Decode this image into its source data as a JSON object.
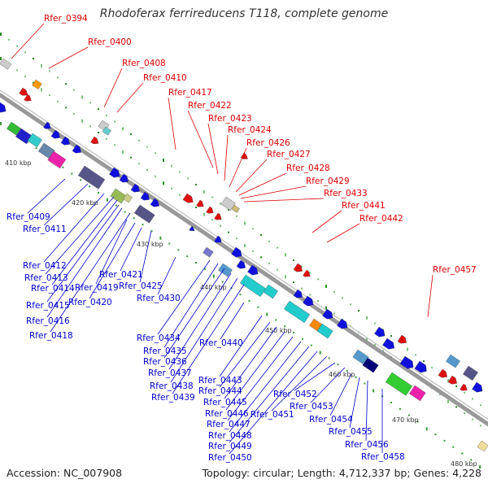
{
  "title": "Rhodoferax ferrireducens T118, complete genome",
  "footer": {
    "accession": "Accession: NC_007908",
    "summary": "Topology: circular; Length: 4,712,337 bp; Genes: 4,228"
  },
  "colors": {
    "forward_label": "#dd0000",
    "reverse_label": "#0000cc",
    "backbone": "#888888"
  },
  "ticks": [
    "410 kbp",
    "420 kbp",
    "430 kbp",
    "440 kbp",
    "450 kbp",
    "460 kbp",
    "470 kbp",
    "480 kbp"
  ],
  "red_labels": [
    "Rfer_0394",
    "Rfer_0400",
    "Rfer_0408",
    "Rfer_0410",
    "Rfer_0417",
    "Rfer_0422",
    "Rfer_0423",
    "Rfer_0424",
    "Rfer_0426",
    "Rfer_0427",
    "Rfer_0428",
    "Rfer_0429",
    "Rfer_0433",
    "Rfer_0441",
    "Rfer_0442",
    "Rfer_0457"
  ],
  "blue_labels": [
    "Rfer_0409",
    "Rfer_0411",
    "Rfer_0412",
    "Rfer_0413",
    "Rfer_0414",
    "Rfer_0415",
    "Rfer_0416",
    "Rfer_0418",
    "Rfer_0419",
    "Rfer_0420",
    "Rfer_0421",
    "Rfer_0425",
    "Rfer_0430",
    "Rfer_0434",
    "Rfer_0435",
    "Rfer_0436",
    "Rfer_0437",
    "Rfer_0438",
    "Rfer_0439",
    "Rfer_0440",
    "Rfer_0443",
    "Rfer_0444",
    "Rfer_0445",
    "Rfer_0446",
    "Rfer_0447",
    "Rfer_0448",
    "Rfer_0449",
    "Rfer_0450",
    "Rfer_0451",
    "Rfer_0452",
    "Rfer_0453",
    "Rfer_0454",
    "Rfer_0455",
    "Rfer_0456",
    "Rfer_0458"
  ]
}
